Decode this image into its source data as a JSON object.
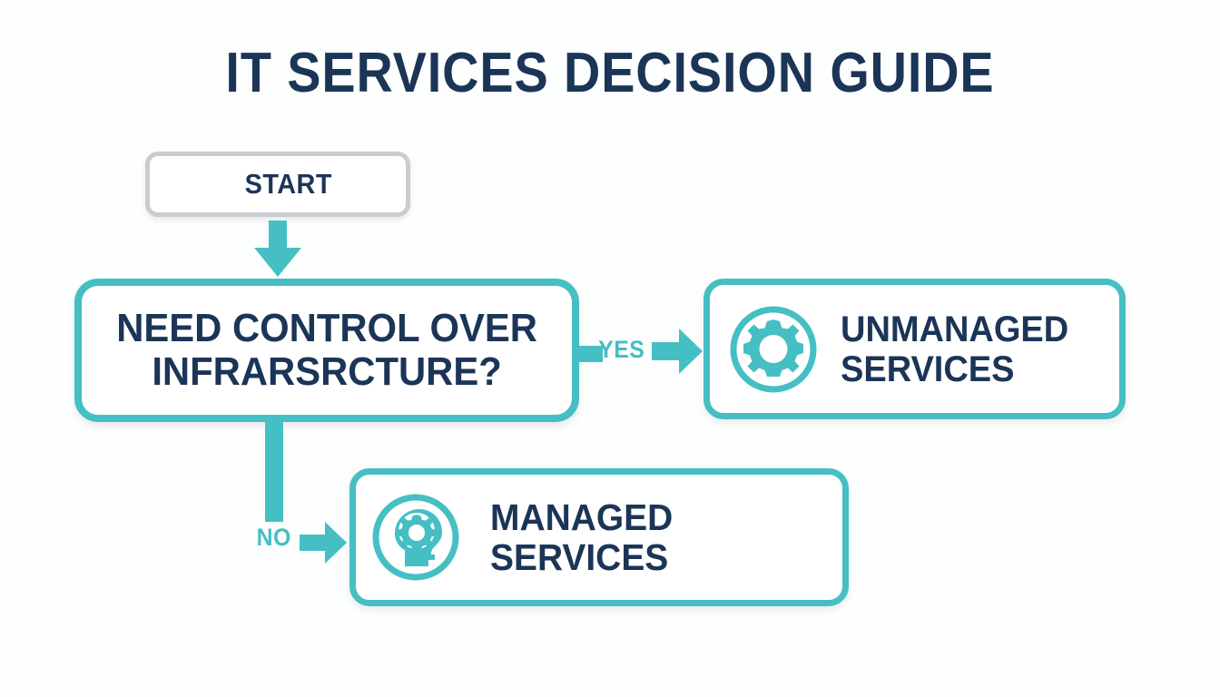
{
  "page": {
    "title": "IT SERVICES DECISION GUIDE",
    "background_color": "#fdfefe"
  },
  "colors": {
    "navy": "#1b3557",
    "teal": "#45bfc3",
    "gray_border": "#c9cdcf",
    "white": "#ffffff"
  },
  "flowchart": {
    "nodes": [
      {
        "id": "start",
        "label": "START",
        "shape": "rounded-rect",
        "border_color": "#c9cdcf",
        "text_color": "#1b3557"
      },
      {
        "id": "decision",
        "label": "NEED CONTROL OVER\nINFRARSRCTURE?",
        "shape": "rounded-rect",
        "border_color": "#45bfc3",
        "text_color": "#1b3557"
      },
      {
        "id": "unmanaged",
        "label": "UNMANAGED\nSERVICES",
        "icon": "gear-in-circle-icon",
        "shape": "rounded-rect",
        "border_color": "#45bfc3",
        "text_color": "#1b3557"
      },
      {
        "id": "managed",
        "label": "MANAGED SERVICES",
        "icon": "head-with-gear-icon",
        "shape": "rounded-rect",
        "border_color": "#45bfc3",
        "text_color": "#1b3557"
      }
    ],
    "edges": [
      {
        "from": "start",
        "to": "decision",
        "label": "",
        "direction": "down"
      },
      {
        "from": "decision",
        "to": "unmanaged",
        "label": "YES",
        "direction": "right"
      },
      {
        "from": "decision",
        "to": "managed",
        "label": "NO",
        "direction": "down-right"
      }
    ],
    "edge_labels": {
      "yes": "YES",
      "no": "NO"
    }
  }
}
